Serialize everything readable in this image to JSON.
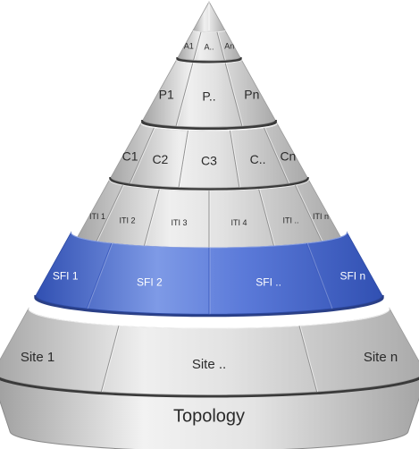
{
  "diagram": {
    "colors": {
      "segment_light": "#ececec",
      "segment_mid": "#d6d6d6",
      "segment_dark": "#a9a9a9",
      "separator": "#2f2f2f",
      "highlight_light": "#7e9ae6",
      "highlight_mid": "#4d6ed6",
      "highlight_dark": "#3150b2",
      "highlight_text": "#ffffff",
      "text": "#2a2a2a"
    },
    "tiers": [
      {
        "id": "a",
        "labels": [
          "A1",
          "A..",
          "An"
        ],
        "highlight": false
      },
      {
        "id": "p",
        "labels": [
          "P1",
          "P..",
          "Pn"
        ],
        "highlight": false
      },
      {
        "id": "c",
        "labels": [
          "C1",
          "C2",
          "C3",
          "C..",
          "Cn"
        ],
        "highlight": false
      },
      {
        "id": "iti",
        "labels": [
          "ITI 1",
          "ITI 2",
          "ITI 3",
          "ITI 4",
          "ITI ..",
          "ITI n"
        ],
        "highlight": false
      },
      {
        "id": "sfi",
        "labels": [
          "SFI 1",
          "SFI 2",
          "SFI ..",
          "SFI n"
        ],
        "highlight": true
      },
      {
        "id": "site",
        "labels": [
          "Site 1",
          "Site ..",
          "Site n"
        ],
        "highlight": false
      }
    ],
    "base_label": "Topology"
  }
}
